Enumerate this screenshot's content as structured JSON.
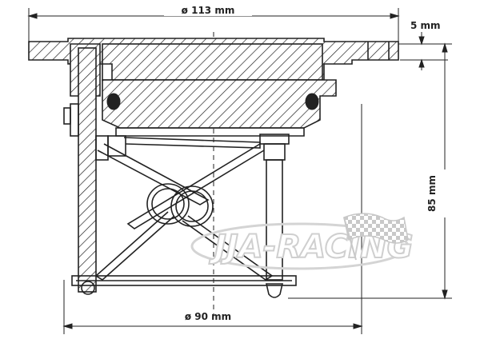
{
  "dimensions": {
    "top_diameter": "ø 113 mm",
    "flange_thickness": "5 mm",
    "height": "85 mm",
    "bottom_diameter": "ø 90 mm"
  },
  "watermark": {
    "text": "JJA-RACING",
    "icon": "checkered-flag-icon"
  },
  "colors": {
    "line": "#222222",
    "background": "#ffffff",
    "watermark": "#cfcfcf"
  }
}
